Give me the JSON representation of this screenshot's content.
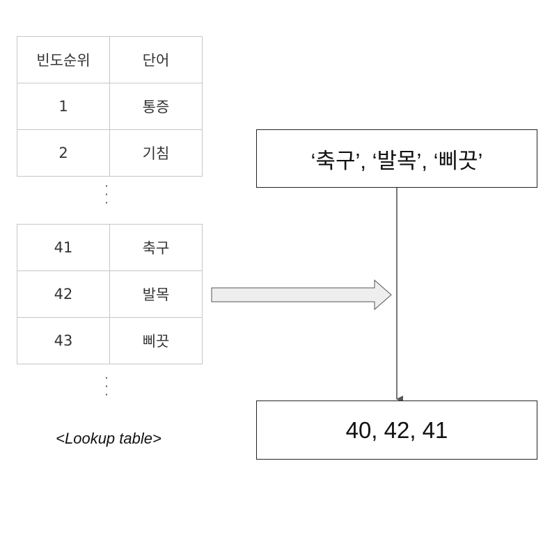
{
  "table": {
    "header": [
      "빈도순위",
      "단어"
    ],
    "rows_top": [
      [
        "1",
        "통증"
      ],
      [
        "2",
        "기침"
      ]
    ],
    "rows_bottom": [
      [
        "41",
        "축구"
      ],
      [
        "42",
        "발목"
      ],
      [
        "43",
        "삐끗"
      ]
    ],
    "ellipsis": "⋮",
    "caption": "<Lookup table>"
  },
  "input_box": {
    "text": "‘축구’, ‘발목’, ‘삐끗’"
  },
  "output_box": {
    "text": "40, 42, 41"
  },
  "colors": {
    "table_border": "#c6c6c6",
    "block_arrow_fill": "#eeeeee",
    "connector": "#555555"
  }
}
